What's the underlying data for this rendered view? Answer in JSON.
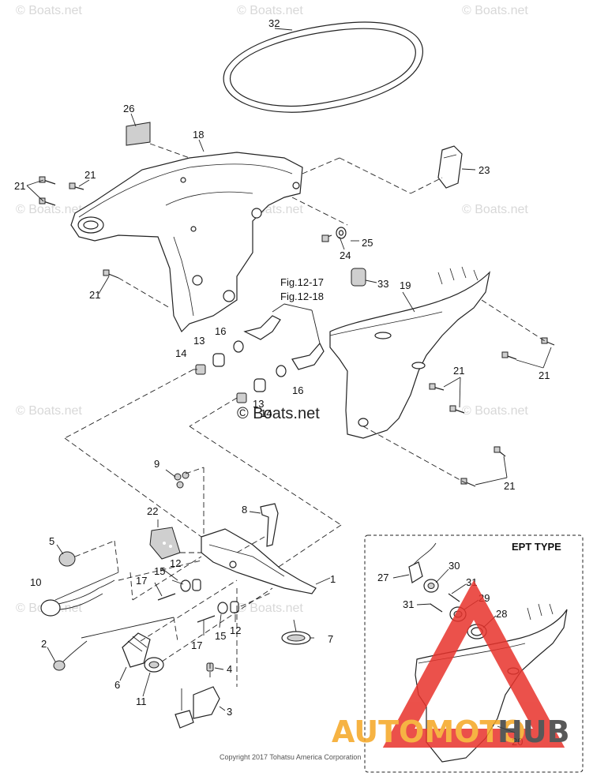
{
  "watermark_text": "© Boats.net",
  "center_watermark_text": "© Boats.net",
  "figure_refs": [
    "Fig.12-17",
    "Fig.12-18"
  ],
  "section_label": "EPT TYPE",
  "copyright": "Copyright 2017 Tohatsu America Corporation",
  "brand": {
    "part1": "AUTOMOTO",
    "part2": "HUB",
    "color_accent": "#e8322b",
    "color_main": "#f5a623"
  },
  "callouts": {
    "c1": "1",
    "c2": "2",
    "c3": "3",
    "c4": "4",
    "c5": "5",
    "c6": "6",
    "c7": "7",
    "c8": "8",
    "c9": "9",
    "c10": "10",
    "c11": "11",
    "c12a": "12",
    "c12b": "12",
    "c13a": "13",
    "c13b": "13",
    "c14a": "14",
    "c14b": "14",
    "c15a": "15",
    "c15b": "15",
    "c16a": "16",
    "c16b": "16",
    "c17a": "17",
    "c17b": "17",
    "c18": "18",
    "c19": "19",
    "c20": "20",
    "c21a": "21",
    "c21b": "21",
    "c21c": "21",
    "c21d": "21",
    "c21e": "21",
    "c21f": "21",
    "c22": "22",
    "c23": "23",
    "c24": "24",
    "c25": "25",
    "c26": "26",
    "c27": "27",
    "c28": "28",
    "c29": "29",
    "c30": "30",
    "c31a": "31",
    "c31b": "31",
    "c32": "32",
    "c33": "33"
  }
}
